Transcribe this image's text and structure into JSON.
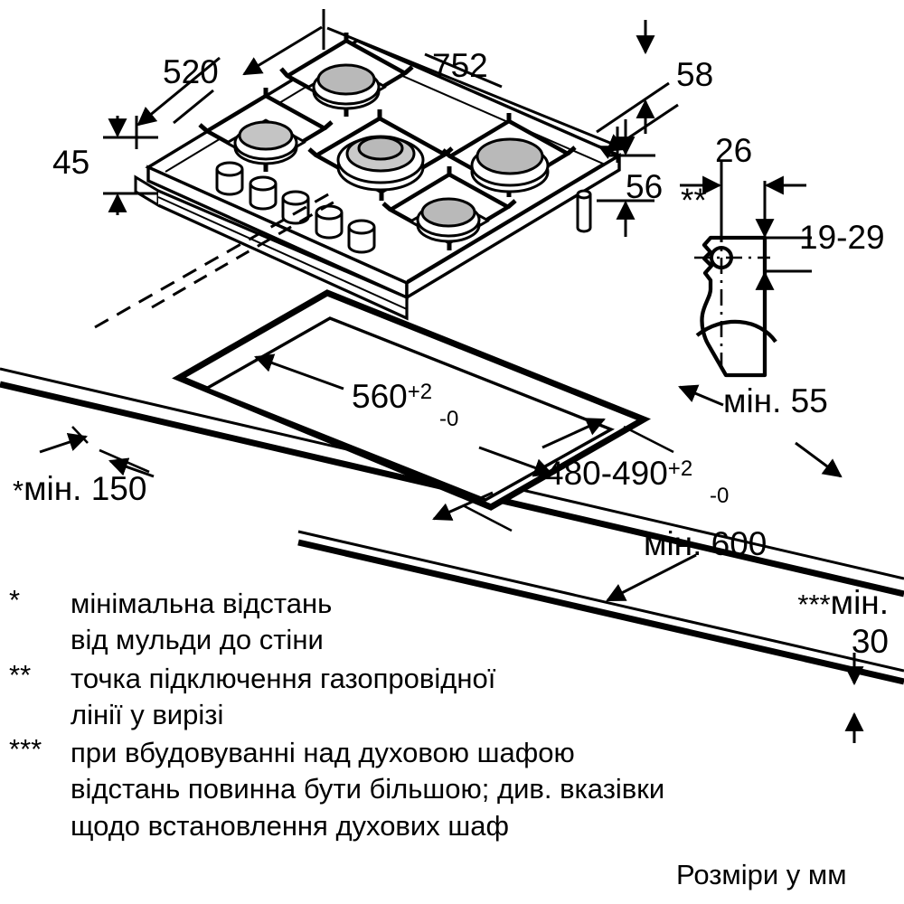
{
  "document": {
    "type": "installation-dimension-drawing",
    "units_note": "Розміри у мм",
    "language": "uk"
  },
  "dimensions": {
    "hob_width": "752",
    "hob_depth": "520",
    "hob_front_height": "45",
    "hob_edge_right_top": "58",
    "hob_edge_right_bottom": "56",
    "bracket_width": "26",
    "bracket_hole_height": "19-29",
    "bracket_marker": "**",
    "cutout_width": "560",
    "cutout_width_tol_plus": "+2",
    "cutout_width_tol_minus": "-0",
    "cutout_depth": "480-490",
    "cutout_depth_tol_plus": "+2",
    "cutout_depth_tol_minus": "-0",
    "min_wall_distance": "мін. 150",
    "min_wall_distance_marker": "*",
    "min_worktop_thickness": "мін. 55",
    "min_cabinet_width": "мін. 600",
    "min_below_clearance": "мін.",
    "min_below_clearance_value": "30",
    "min_below_clearance_marker": "***"
  },
  "footnotes": [
    {
      "marker": "*",
      "lines": [
        "мінімальна відстань",
        "від мульди до стіни"
      ]
    },
    {
      "marker": "**",
      "lines": [
        "точка підключення газопровідної",
        "лінії у вирізі"
      ]
    },
    {
      "marker": "***",
      "lines": [
        "при вбудовуванні над духовою шафою",
        "відстань повинна бути більшою; див. вказівки",
        "щодо встановлення духових шаф"
      ]
    }
  ],
  "footer": {
    "units": "Розміри у мм"
  },
  "colors": {
    "line": "#000000",
    "background": "#ffffff",
    "burner_cap": "#b9b9b9",
    "burner_cap_small": "#c4c4c4"
  },
  "hob": {
    "burner_count": 5,
    "knob_count": 5
  }
}
